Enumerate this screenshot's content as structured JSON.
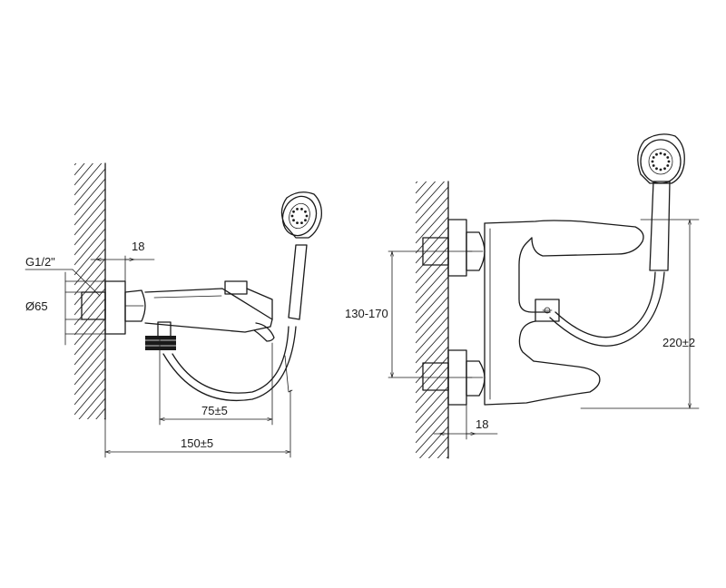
{
  "dimensions": {
    "side_thread": "G1/2\"",
    "side_diameter": "Ø65",
    "side_offset": "18",
    "side_spout": "75±5",
    "side_total": "150±5",
    "front_centers": "130-170",
    "front_height": "220±2",
    "front_offset": "18"
  }
}
